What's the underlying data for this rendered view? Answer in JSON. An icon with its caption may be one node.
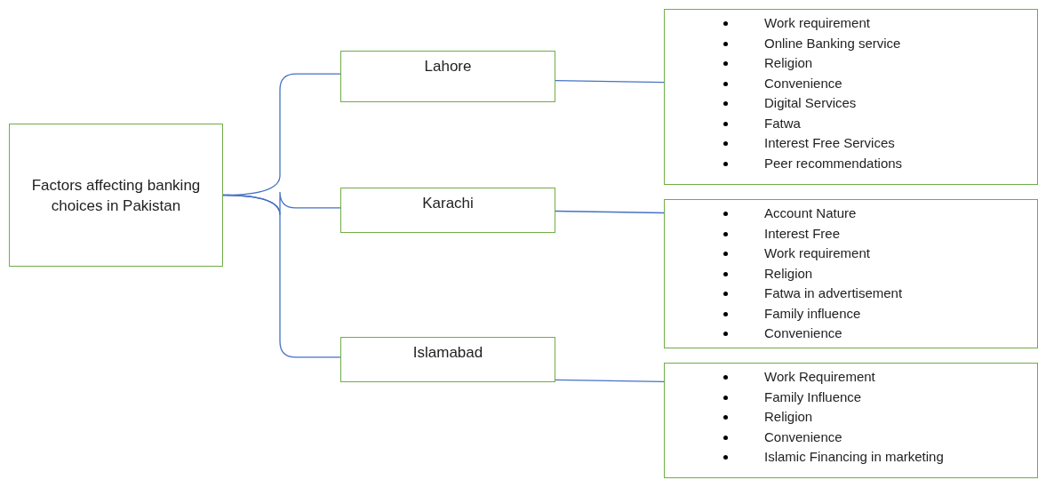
{
  "diagram": {
    "nodes": [
      {
        "text": [
          "Factors affecting banking choices in Pakistan"
        ]
      },
      {
        "text": [
          "Lahore"
        ]
      },
      {
        "text": [
          "Work requirement",
          "Online Banking service",
          "Religion",
          "Convenience",
          "Digital Services",
          "Fatwa",
          "Interest Free Services",
          "Peer recommendations"
        ]
      },
      {
        "text": [
          "Karachi"
        ]
      },
      {
        "text": [
          "Account Nature",
          "Interest Free",
          "Work requirement",
          "Religion",
          "Fatwa in advertisement",
          "Family influence",
          "Convenience"
        ]
      },
      {
        "text": [
          "Islamabad"
        ]
      },
      {
        "text": [
          "Work Requirement",
          "Family Influence",
          "Religion",
          "Convenience",
          "Islamic Financing in marketing"
        ]
      }
    ],
    "edges": [
      {
        "from": 0,
        "to": 1,
        "arrow": "none"
      },
      {
        "from": 0,
        "to": 3,
        "arrow": "none"
      },
      {
        "from": 0,
        "to": 5,
        "arrow": "none"
      },
      {
        "from": 1,
        "to": 2,
        "arrow": "none"
      },
      {
        "from": 3,
        "to": 4,
        "arrow": "none"
      },
      {
        "from": 5,
        "to": 6,
        "arrow": "none"
      }
    ]
  }
}
